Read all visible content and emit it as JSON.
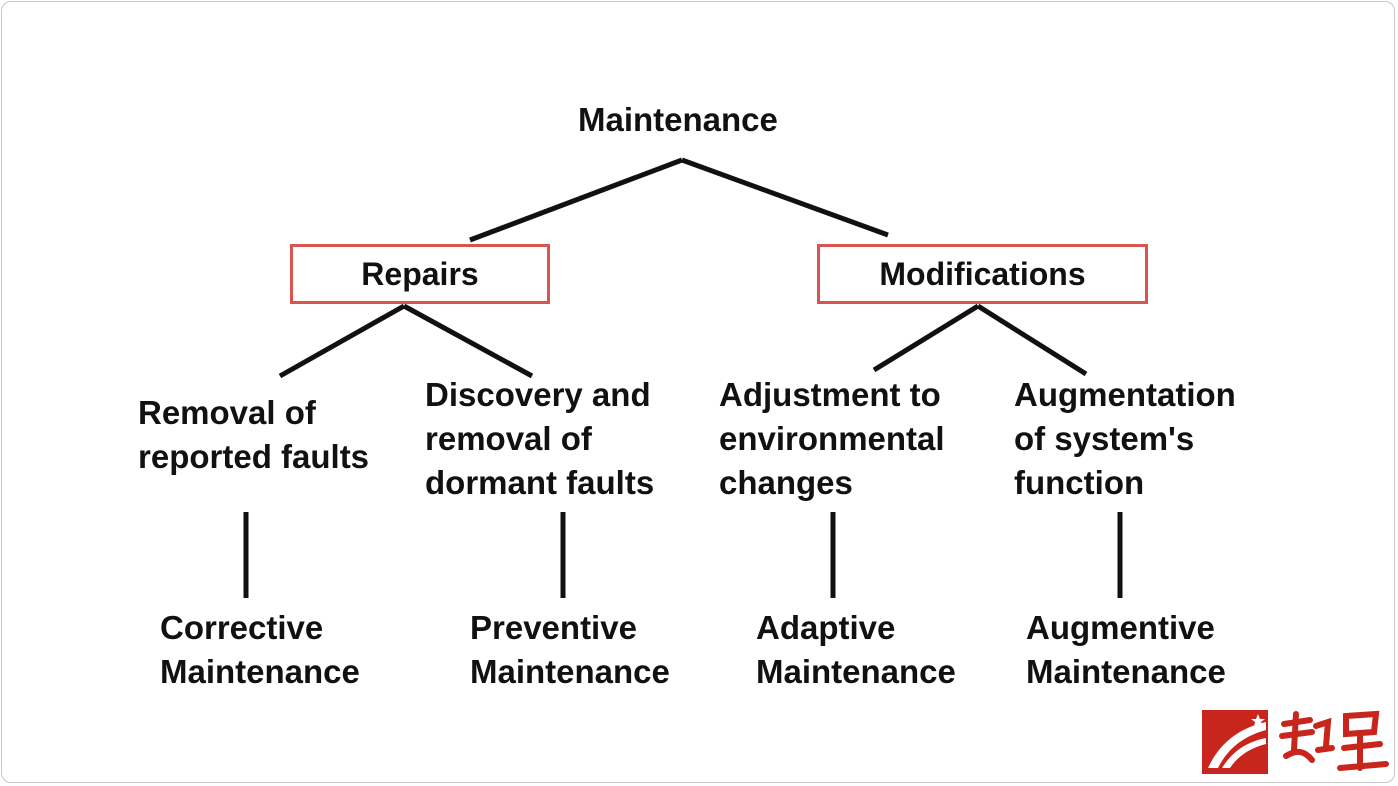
{
  "diagram": {
    "root": "Maintenance",
    "categories": [
      {
        "label": "Repairs"
      },
      {
        "label": "Modifications"
      }
    ],
    "activities": [
      {
        "lines": [
          "Removal of",
          "reported faults"
        ]
      },
      {
        "lines": [
          "Discovery and",
          "removal of",
          "dormant faults"
        ]
      },
      {
        "lines": [
          "Adjustment to",
          "environmental",
          "changes"
        ]
      },
      {
        "lines": [
          "Augmentation",
          "of system's",
          "function"
        ]
      }
    ],
    "types": [
      {
        "lines": [
          "Corrective",
          "Maintenance"
        ]
      },
      {
        "lines": [
          "Preventive",
          "Maintenance"
        ]
      },
      {
        "lines": [
          "Adaptive",
          "Maintenance"
        ]
      },
      {
        "lines": [
          "Augmentive",
          "Maintenance"
        ]
      }
    ]
  },
  "colors": {
    "box_border": "#d9534f",
    "text": "#111111",
    "logo_red": "#c8251c"
  },
  "logo": {
    "name": "superstar-logo",
    "text": "超星"
  }
}
